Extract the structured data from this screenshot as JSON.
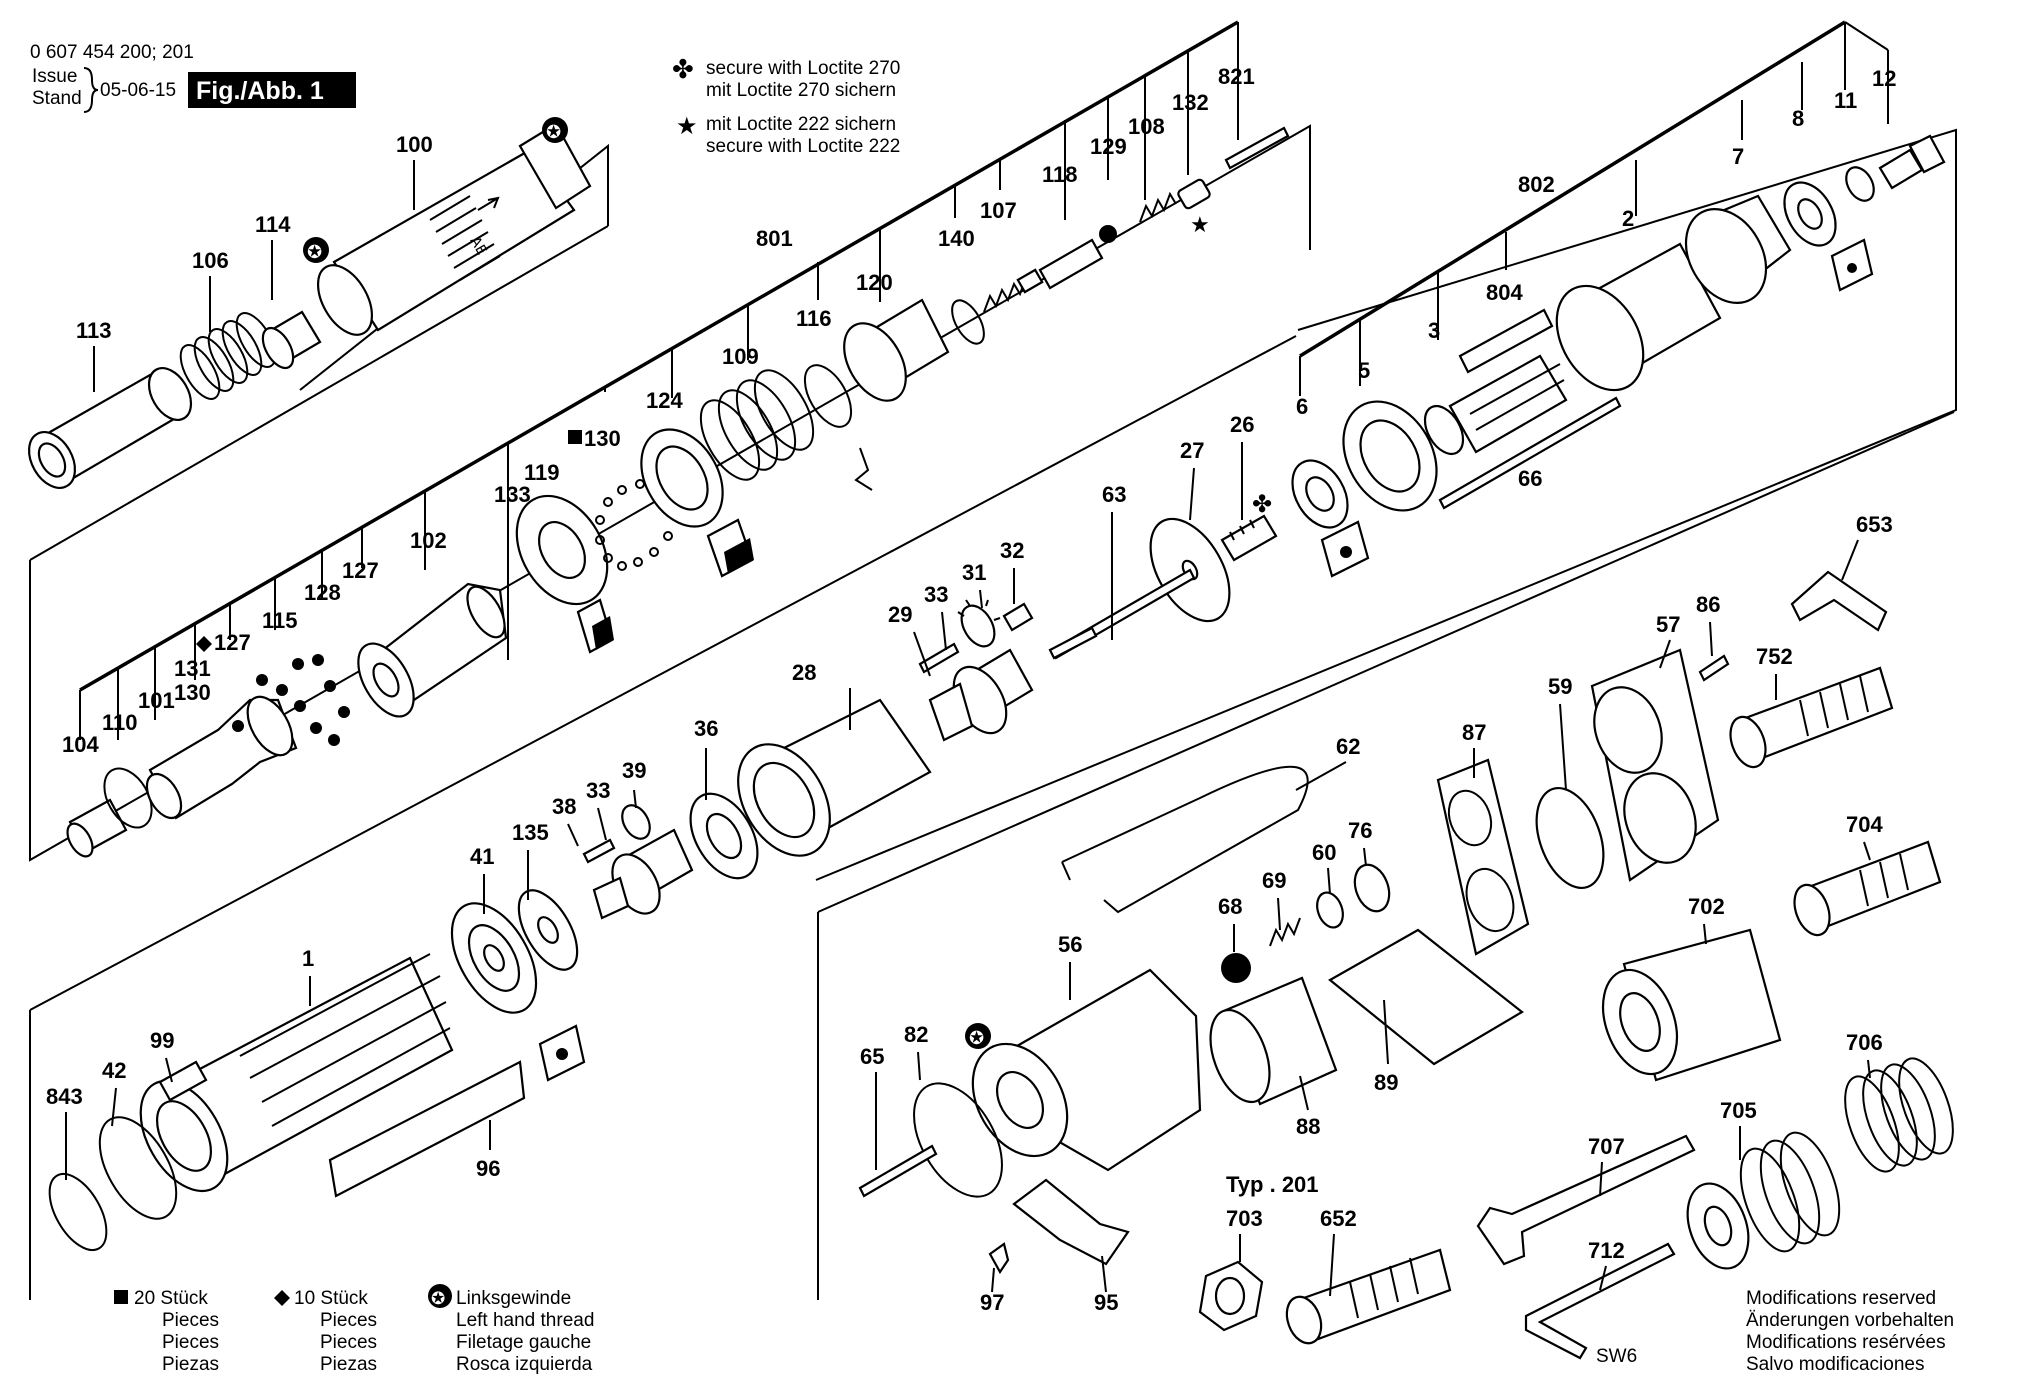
{
  "header": {
    "doc_number": "0 607 454 200; 201",
    "issue_label": "Issue",
    "stand_label": "Stand",
    "date": "05-06-15",
    "figure_label": "Fig./Abb. 1"
  },
  "notes": {
    "loctite270_line1": "secure with Loctite 270",
    "loctite270_line2": "mit Loctite 270 sichern",
    "loctite222_line1": "mit Loctite 222 sichern",
    "loctite222_line2": "secure with Loctite 222"
  },
  "legend": {
    "square_line1": "20 Stück",
    "square_line2": "Pieces",
    "square_line3": "Pieces",
    "square_line4": "Piezas",
    "diamond_line1": "10 Stück",
    "diamond_line2": "Pieces",
    "diamond_line3": "Pieces",
    "diamond_line4": "Piezas",
    "lh_line1": "Linksgewinde",
    "lh_line2": "Left hand thread",
    "lh_line3": "Filetage gauche",
    "lh_line4": "Rosca izquierda"
  },
  "modifications": {
    "line1": "Modifications reserved",
    "line2": "Änderungen vorbehalten",
    "line3": "Modifications resérvées",
    "line4": "Salvo modificaciones"
  },
  "typ_label": "Typ . 201",
  "sw_label": "SW6",
  "icons": [
    "loctite-270-icon",
    "loctite-222-star-icon",
    "left-hand-thread-icon",
    "twenty-pieces-square-icon",
    "ten-pieces-diamond-icon",
    "grease-service-icon"
  ],
  "parts": {
    "p113": "113",
    "p106": "106",
    "p114": "114",
    "p100": "100",
    "p801": "801",
    "p140": "140",
    "p107": "107",
    "p118": "118",
    "p129": "129",
    "p108": "108",
    "p132": "132",
    "p821": "821",
    "p120": "120",
    "p116": "116",
    "p109": "109",
    "p124": "124",
    "p130a": "130",
    "p119": "119",
    "p133": "133",
    "p102": "102",
    "p127a": "127",
    "p128": "128",
    "p115": "115",
    "p127b": "127",
    "p131": "131",
    "p130b": "130",
    "p101": "101",
    "p110": "110",
    "p104": "104",
    "p802": "802",
    "p2": "2",
    "p7": "7",
    "p8": "8",
    "p11": "11",
    "p12": "12",
    "p804": "804",
    "p3": "3",
    "p5": "5",
    "p6": "6",
    "p66": "66",
    "p26": "26",
    "p27": "27",
    "p63": "63",
    "p32": "32",
    "p31": "31",
    "p33a": "33",
    "p29": "29",
    "p28": "28",
    "p36": "36",
    "p39": "39",
    "p33b": "33",
    "p38": "38",
    "p135": "135",
    "p41": "41",
    "p1": "1",
    "p99": "99",
    "p42": "42",
    "p843": "843",
    "p96": "96",
    "p653": "653",
    "p86": "86",
    "p57": "57",
    "p752": "752",
    "p59": "59",
    "p87": "87",
    "p62": "62",
    "p704": "704",
    "p702": "702",
    "p706": "706",
    "p705": "705",
    "p76": "76",
    "p60": "60",
    "p69": "69",
    "p68": "68",
    "p56": "56",
    "p82": "82",
    "p65": "65",
    "p89": "89",
    "p88": "88",
    "p707": "707",
    "p703": "703",
    "p652": "652",
    "p712": "712",
    "p97": "97",
    "p95": "95"
  }
}
